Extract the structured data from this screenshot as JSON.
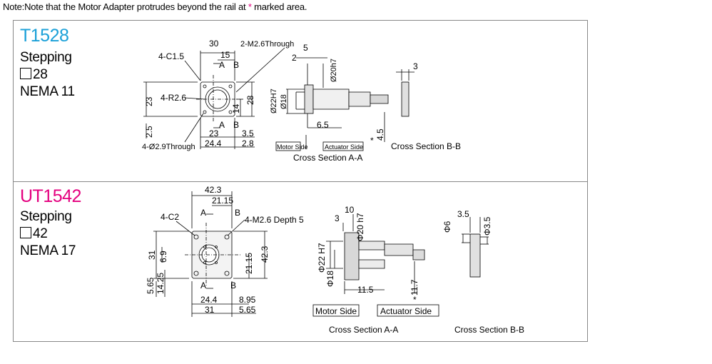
{
  "note": {
    "text": "Note:Note that the Motor Adapter protrudes beyond the rail at ",
    "star": "*",
    "suffix": " marked area."
  },
  "colors": {
    "t1528": "#1aa0d8",
    "ut1542": "#e4007f",
    "star": "#e4007f"
  },
  "panels": [
    {
      "model": "T1528",
      "motor_type": "Stepping",
      "frame_size": "28",
      "nema": "NEMA 11",
      "front_view": {
        "dims": [
          "30",
          "15",
          "2-M2.6Through",
          "4-C1.5",
          "4-R2.6",
          "23",
          "14",
          "28",
          "2.5",
          "4-Ø2.9Through",
          "23",
          "3.5",
          "24.4",
          "2.8"
        ],
        "markers": [
          "A",
          "B",
          "A",
          "B"
        ]
      },
      "section_aa": {
        "dims": [
          "2",
          "5",
          "Ø20h7",
          "Ø22H7",
          "Ø18",
          "6.5",
          "4.5"
        ],
        "motor_side": "Motor Side",
        "actuator_side": "Actuator Side",
        "caption": "Cross Section A-A"
      },
      "section_bb": {
        "dims": [
          "3"
        ],
        "caption": "Cross Section B-B"
      }
    },
    {
      "model": "UT1542",
      "motor_type": "Stepping",
      "frame_size": "42",
      "nema": "NEMA 17",
      "front_view": {
        "dims": [
          "42.3",
          "21.15",
          "4-C2",
          "4-M2.6 Depth 5",
          "31",
          "6.9",
          "21.15",
          "42.3",
          "5.65",
          "14.25",
          "24.4",
          "8.95",
          "31",
          "5.65"
        ],
        "markers": [
          "A",
          "B",
          "A",
          "B"
        ]
      },
      "section_aa": {
        "dims": [
          "3",
          "10",
          "Φ20 h7",
          "Φ22 H7",
          "Φ18",
          "11.5",
          "11.7"
        ],
        "motor_side": "Motor Side",
        "actuator_side": "Actuator Side",
        "caption": "Cross Section A-A"
      },
      "section_bb": {
        "dims": [
          "Φ6",
          "3.5",
          "Φ3.5"
        ],
        "caption": "Cross Section B-B"
      }
    }
  ]
}
